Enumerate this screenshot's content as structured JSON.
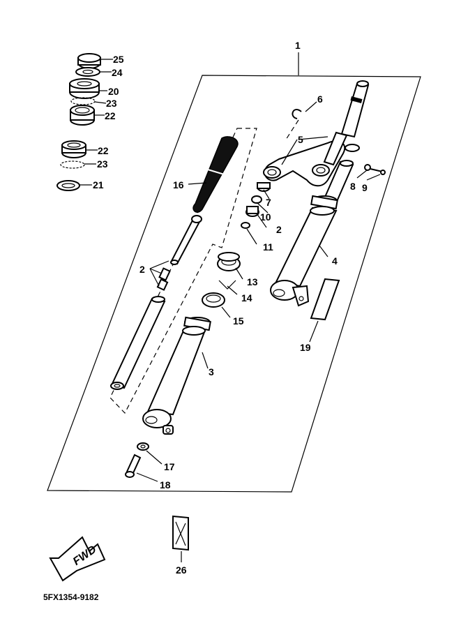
{
  "diagram": {
    "part_numbers": {
      "p1": "1",
      "p2a": "2",
      "p2b": "2",
      "p3": "3",
      "p4": "4",
      "p5": "5",
      "p6": "6",
      "p7": "7",
      "p8": "8",
      "p9": "9",
      "p10": "10",
      "p11": "11",
      "p13": "13",
      "p14": "14",
      "p15": "15",
      "p16": "16",
      "p17": "17",
      "p18": "18",
      "p19": "19",
      "p20": "20",
      "p21": "21",
      "p22a": "22",
      "p22b": "22",
      "p23a": "23",
      "p23b": "23",
      "p24": "24",
      "p25": "25",
      "p26": "26"
    },
    "arrow_label": "FWD",
    "drawing_code": "5FX1354-9182"
  }
}
